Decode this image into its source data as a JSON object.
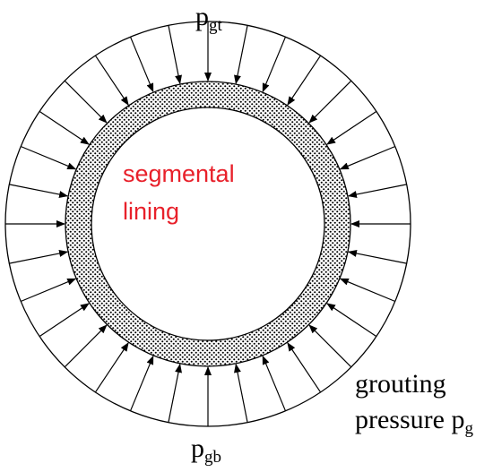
{
  "labels": {
    "top_pressure": {
      "main": "p",
      "sub": "gt"
    },
    "bottom_pressure": {
      "main": "p",
      "sub": "gb"
    },
    "lining_line1": "segmental",
    "lining_line2": "lining",
    "grouting_line1": "grouting",
    "grouting_line2_main": "pressure p",
    "grouting_line2_sub": "g"
  },
  "colors": {
    "lining_text": "#e8202a",
    "stroke": "#000000",
    "background": "#ffffff"
  },
  "arrow_count": 32
}
